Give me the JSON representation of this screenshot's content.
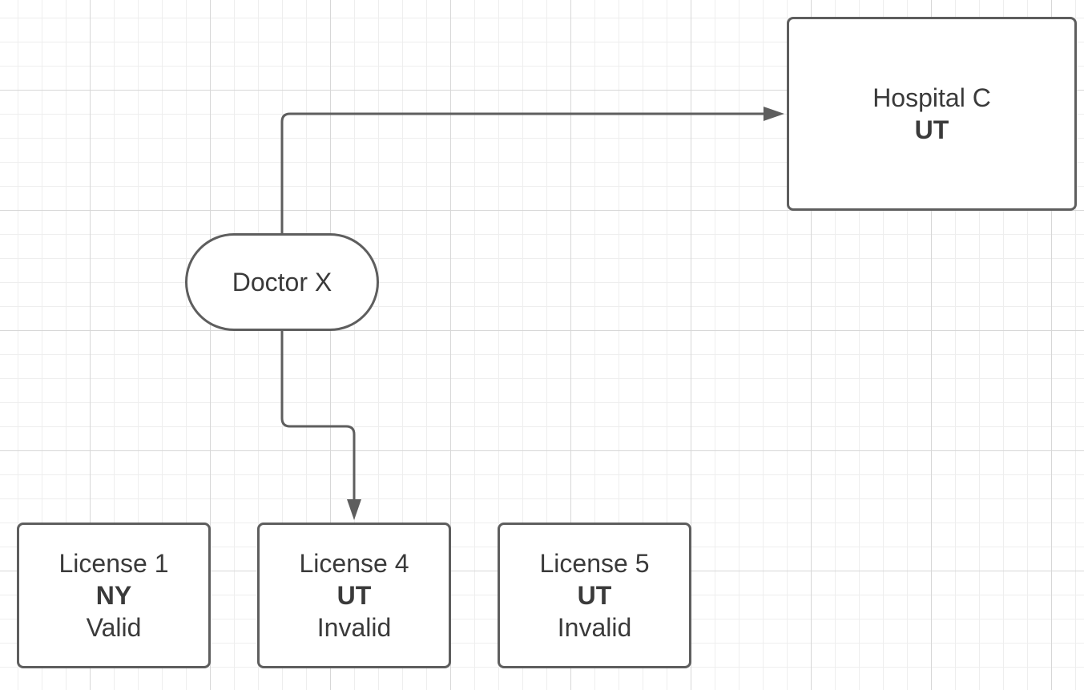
{
  "diagram": {
    "colors": {
      "stroke": "#5e5e5e",
      "text": "#3a3a3a",
      "fill": "#ffffff",
      "grid_major": "#d7d7d7",
      "grid_minor": "#eeeeee"
    },
    "hospital": {
      "name": "Hospital C",
      "state": "UT"
    },
    "doctor": {
      "name": "Doctor X"
    },
    "licenses": [
      {
        "name": "License 1",
        "state": "NY",
        "status": "Valid"
      },
      {
        "name": "License 4",
        "state": "UT",
        "status": "Invalid"
      },
      {
        "name": "License 5",
        "state": "UT",
        "status": "Invalid"
      }
    ],
    "connectors": [
      {
        "from": "Doctor X",
        "to": "Hospital C"
      },
      {
        "from": "Doctor X",
        "to": "License 4"
      }
    ]
  }
}
